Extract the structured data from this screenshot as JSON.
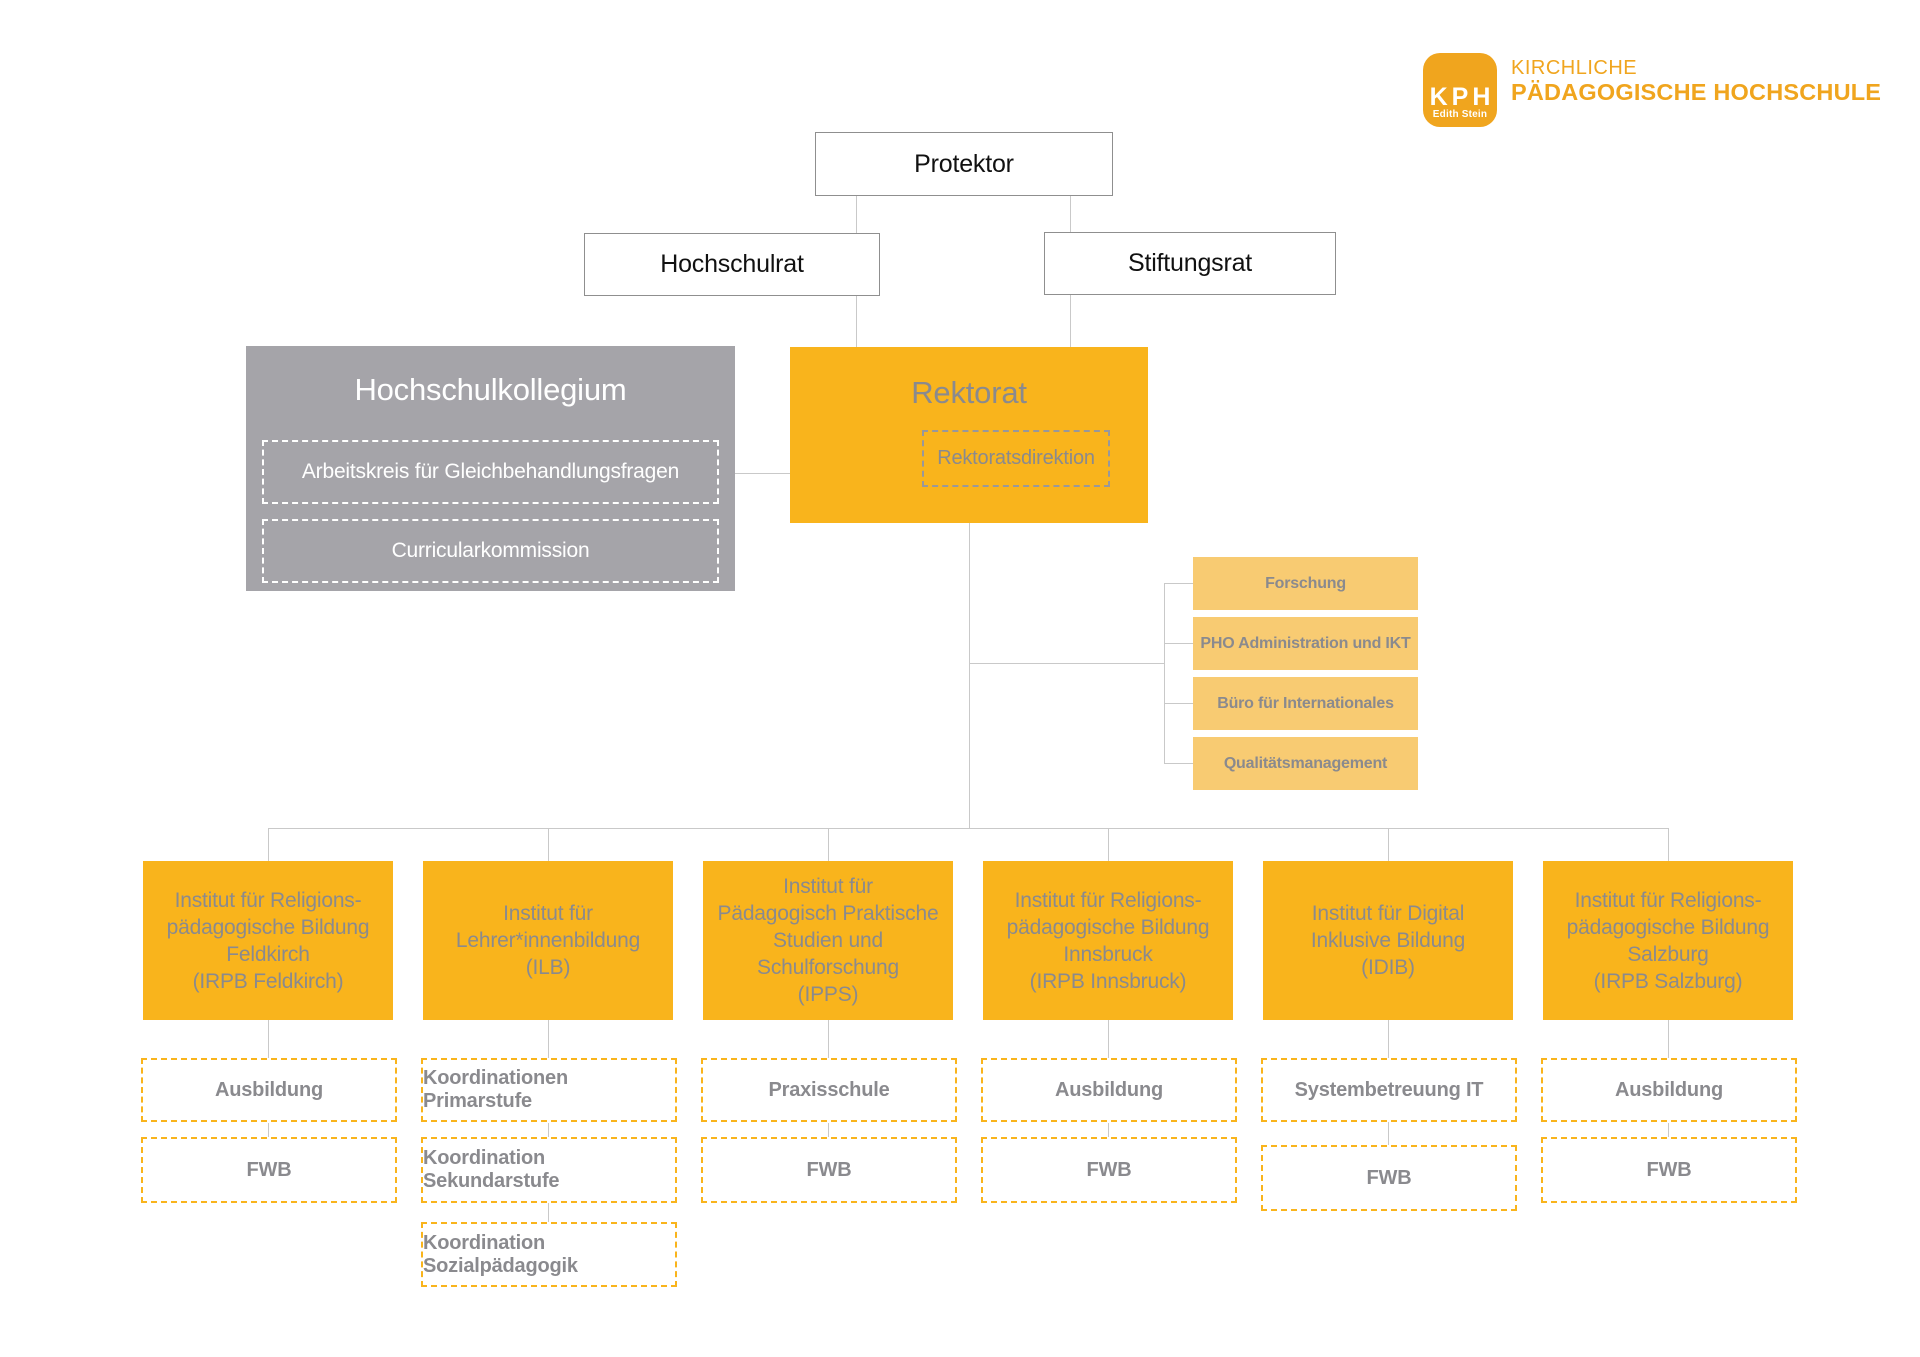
{
  "logo": {
    "badge": "KPH",
    "badge_sub": "Edith Stein",
    "line1": "KIRCHLICHE",
    "line2": "PÄDAGOGISCHE HOCHSCHULE"
  },
  "colors": {
    "orange": "#f9b41c",
    "light_orange": "#f8cb72",
    "gray_box": "#a5a4a9",
    "gray_text": "#8a8a8e",
    "logo_orange": "#f0a51e"
  },
  "top_boxes": {
    "protektor": "Protektor",
    "hochschulrat": "Hochschulrat",
    "stiftungsrat": "Stiftungsrat"
  },
  "hochschulkollegium": {
    "title": "Hochschulkollegium",
    "items": [
      "Arbeitskreis für Gleichbehandlungsfragen",
      "Curricularkommission"
    ]
  },
  "rektorat": {
    "title": "Rektorat",
    "sub": "Rektoratsdirektion"
  },
  "staff_units": [
    "Forschung",
    "PHO Administration und IKT",
    "Büro für Internationales",
    "Qualitätsmanagement"
  ],
  "institutes": [
    {
      "lines": [
        "Institut für Religions-",
        "pädagogische Bildung",
        "Feldkirch",
        "(IRPB Feldkirch)"
      ],
      "subs": [
        "Ausbildung",
        "FWB"
      ]
    },
    {
      "lines": [
        "Institut für",
        "Lehrer*innenbildung",
        "(ILB)"
      ],
      "subs": [
        "Koordinationen Primarstufe",
        "Koordination Sekundarstufe",
        "Koordination Sozialpädagogik"
      ]
    },
    {
      "lines": [
        "Institut für",
        "Pädagogisch Praktische",
        "Studien und",
        "Schulforschung",
        "(IPPS)"
      ],
      "subs": [
        "Praxisschule",
        "FWB"
      ]
    },
    {
      "lines": [
        "Institut für Religions-",
        "pädagogische Bildung",
        "Innsbruck",
        "(IRPB Innsbruck)"
      ],
      "subs": [
        "Ausbildung",
        "FWB"
      ]
    },
    {
      "lines": [
        "Institut für Digital",
        "Inklusive Bildung",
        "(IDIB)"
      ],
      "subs": [
        "Systembetreuung IT",
        "FWB"
      ]
    },
    {
      "lines": [
        "Institut für Religions-",
        "pädagogische Bildung",
        "Salzburg",
        "(IRPB Salzburg)"
      ],
      "subs": [
        "Ausbildung",
        "FWB"
      ]
    }
  ]
}
